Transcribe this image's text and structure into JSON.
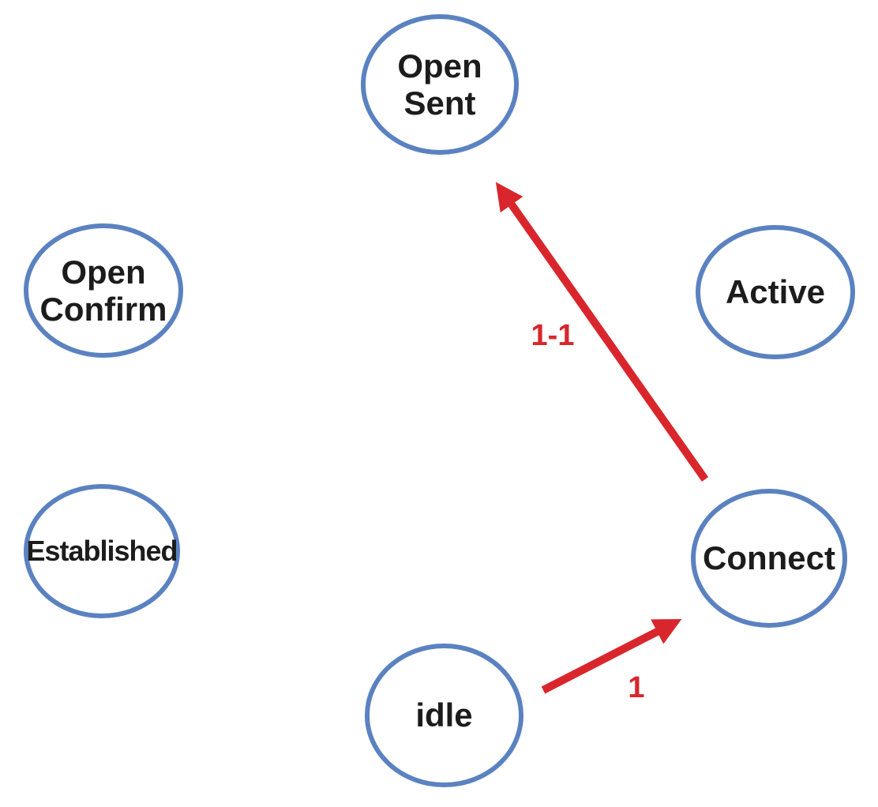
{
  "diagram": {
    "type": "state-diagram",
    "colors": {
      "node_border": "#5b82c0",
      "node_fill": "#ffffff",
      "node_text": "#1c1c1c",
      "arrow": "#d9262c"
    },
    "nodes": [
      {
        "id": "open-sent",
        "label": "Open\nSent"
      },
      {
        "id": "open-confirm",
        "label": "Open\nConfirm"
      },
      {
        "id": "active",
        "label": "Active"
      },
      {
        "id": "established",
        "label": "Established"
      },
      {
        "id": "connect",
        "label": "Connect"
      },
      {
        "id": "idle",
        "label": "idle"
      }
    ],
    "edges": [
      {
        "from": "connect",
        "to": "open-sent",
        "label": "1-1"
      },
      {
        "from": "idle",
        "to": "connect",
        "label": "1"
      }
    ]
  }
}
